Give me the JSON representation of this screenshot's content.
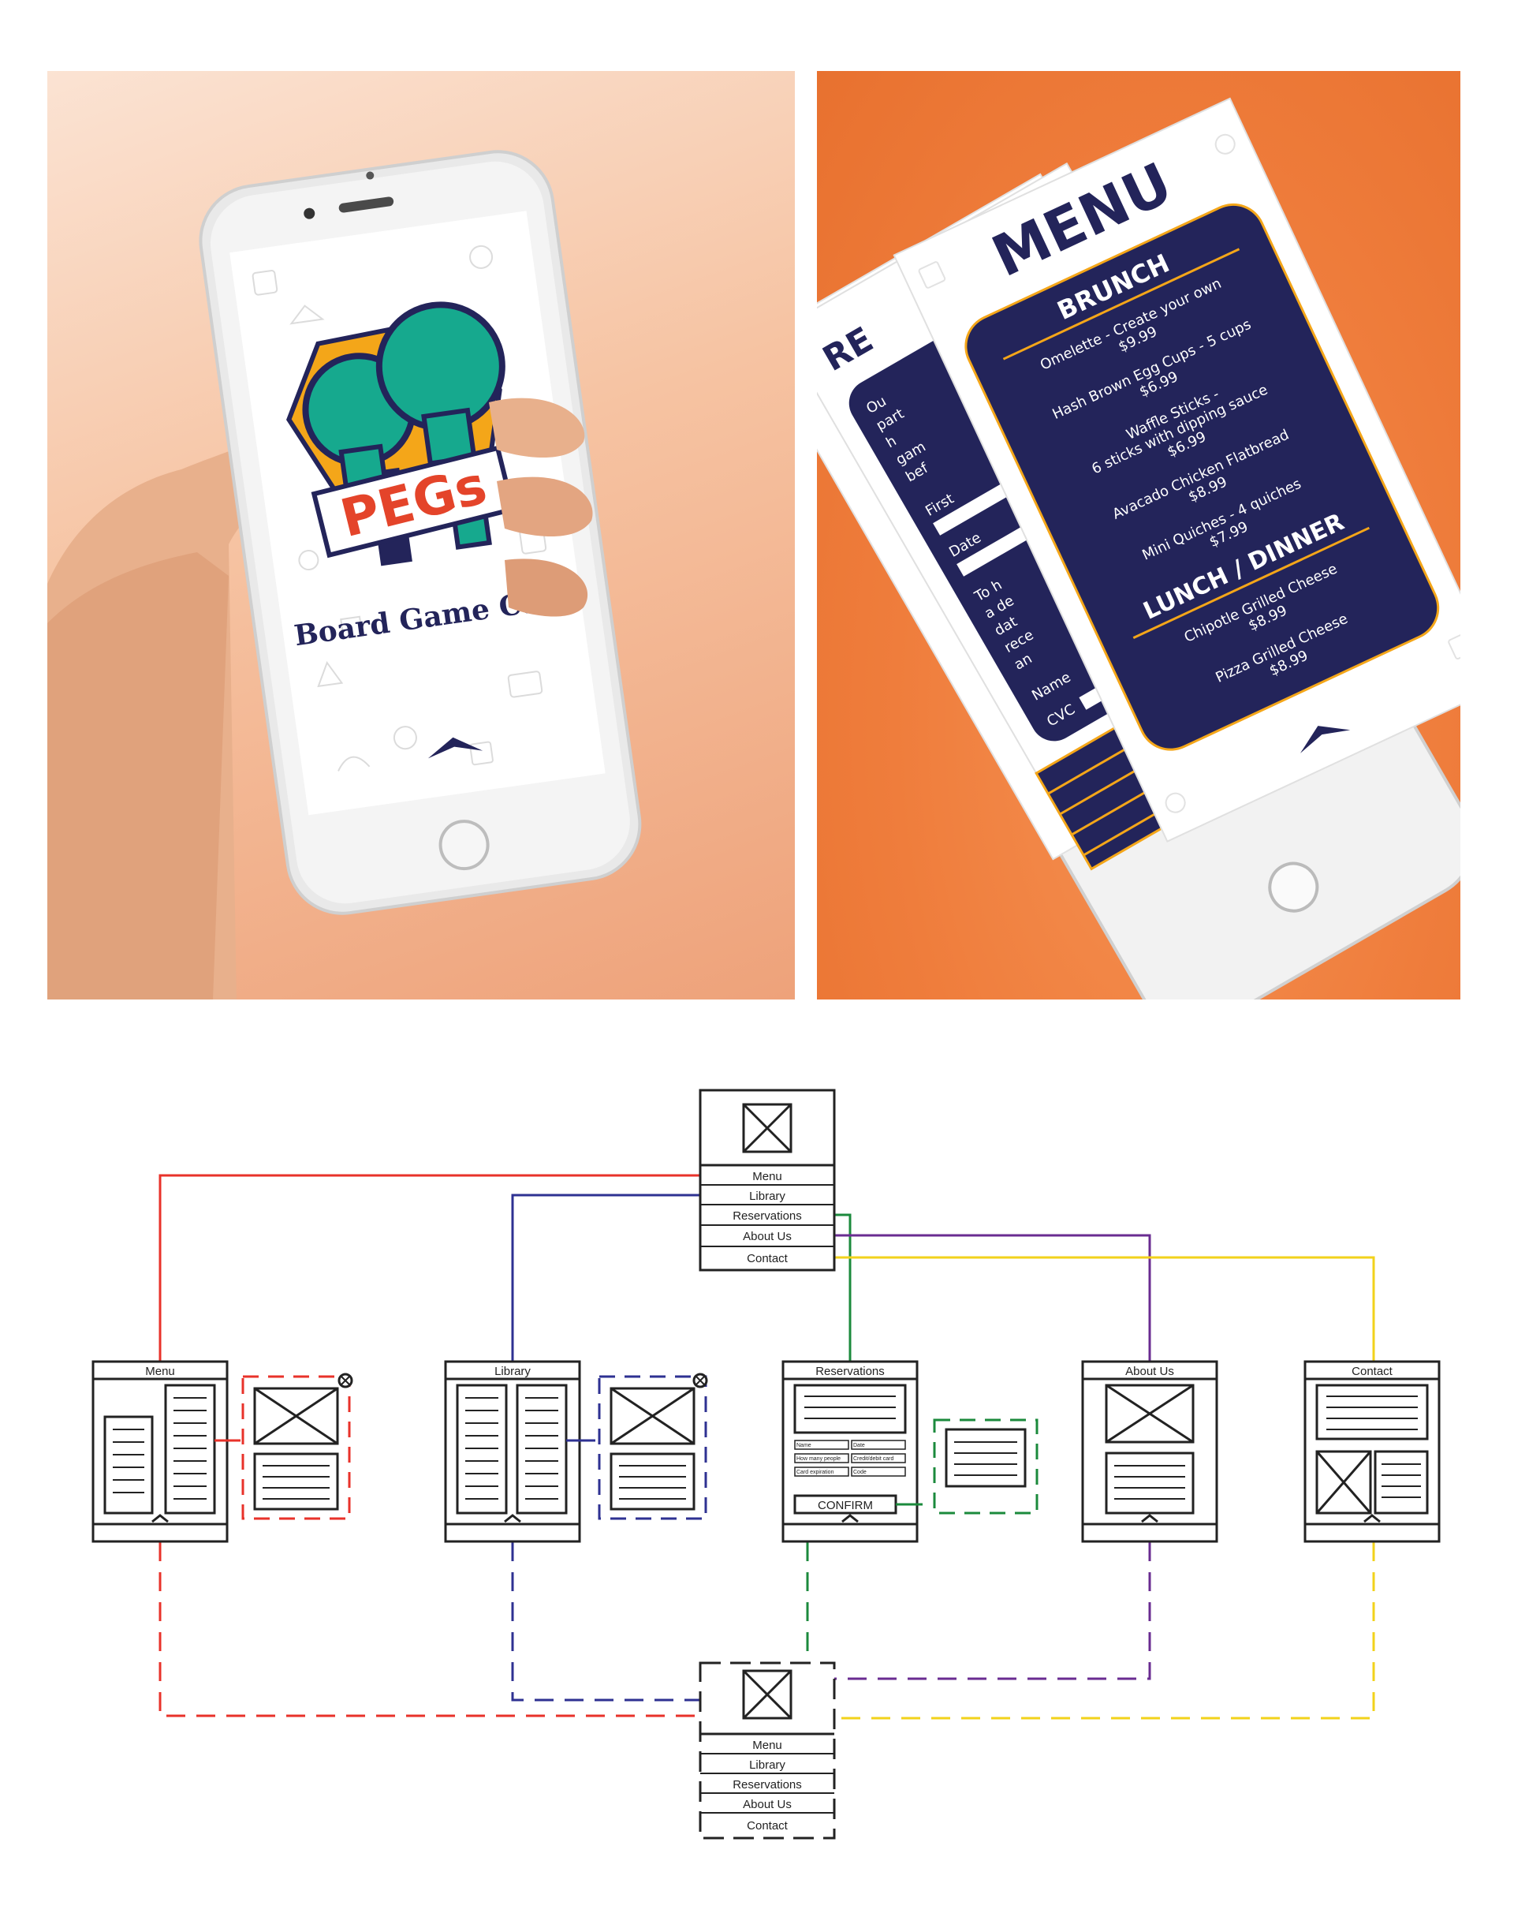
{
  "splash": {
    "logo_text": "PEGs",
    "tagline": "Board Game Cafe"
  },
  "menu_card": {
    "title": "MENU",
    "sections": [
      {
        "heading": "BRUNCH",
        "items": [
          {
            "name": "Omelette - Create your own",
            "price": "$9.99"
          },
          {
            "name": "Hash Brown Egg Cups - 5 cups",
            "price": "$6.99"
          },
          {
            "name": "Waffle Sticks -",
            "extra": "6 sticks with dipping sauce",
            "price": "$6.99"
          },
          {
            "name": "Avacado Chicken Flatbread",
            "price": "$8.99"
          },
          {
            "name": "Mini Quiches - 4 quiches",
            "price": "$7.99"
          }
        ]
      },
      {
        "heading": "LUNCH / DINNER",
        "items": [
          {
            "name": "Chipotle Grilled Cheese",
            "price": "$8.99"
          },
          {
            "name": "Pizza Grilled Cheese",
            "price": "$8.99"
          }
        ]
      }
    ]
  },
  "reservation_card": {
    "title_fragment": "RE",
    "intro_fragments": [
      "Ou",
      "part",
      "h",
      "gam",
      "bef"
    ],
    "field_labels": [
      "First",
      "Date",
      "Name",
      "CVC"
    ],
    "deposit_fragments": [
      "To h",
      "a de",
      "dat",
      "rece",
      "an"
    ]
  },
  "sitemap": {
    "home_nav": [
      "Menu",
      "Library",
      "Reservations",
      "About Us",
      "Contact"
    ],
    "pages": [
      "Menu",
      "Library",
      "Reservations",
      "About Us",
      "Contact"
    ],
    "reservation_form": {
      "fields": [
        "Name",
        "Date",
        "How many people",
        "Credit/debit card",
        "Card expiration",
        "Code"
      ],
      "confirm_label": "CONFIRM"
    },
    "footer_nav": [
      "Menu",
      "Library",
      "Reservations",
      "About Us",
      "Contact"
    ]
  },
  "colors": {
    "navy": "#23245a",
    "teal": "#16a98e",
    "orange_red": "#e4442a",
    "gold": "#f4a619",
    "menu_link": "#e8322a",
    "library_link": "#2e3192",
    "reservations_link": "#1b8a3c",
    "about_link": "#6a2c91",
    "contact_link": "#f2d21b"
  },
  "icons": [
    "up-chevron-icon",
    "image-placeholder-icon",
    "close-circle-icon"
  ]
}
